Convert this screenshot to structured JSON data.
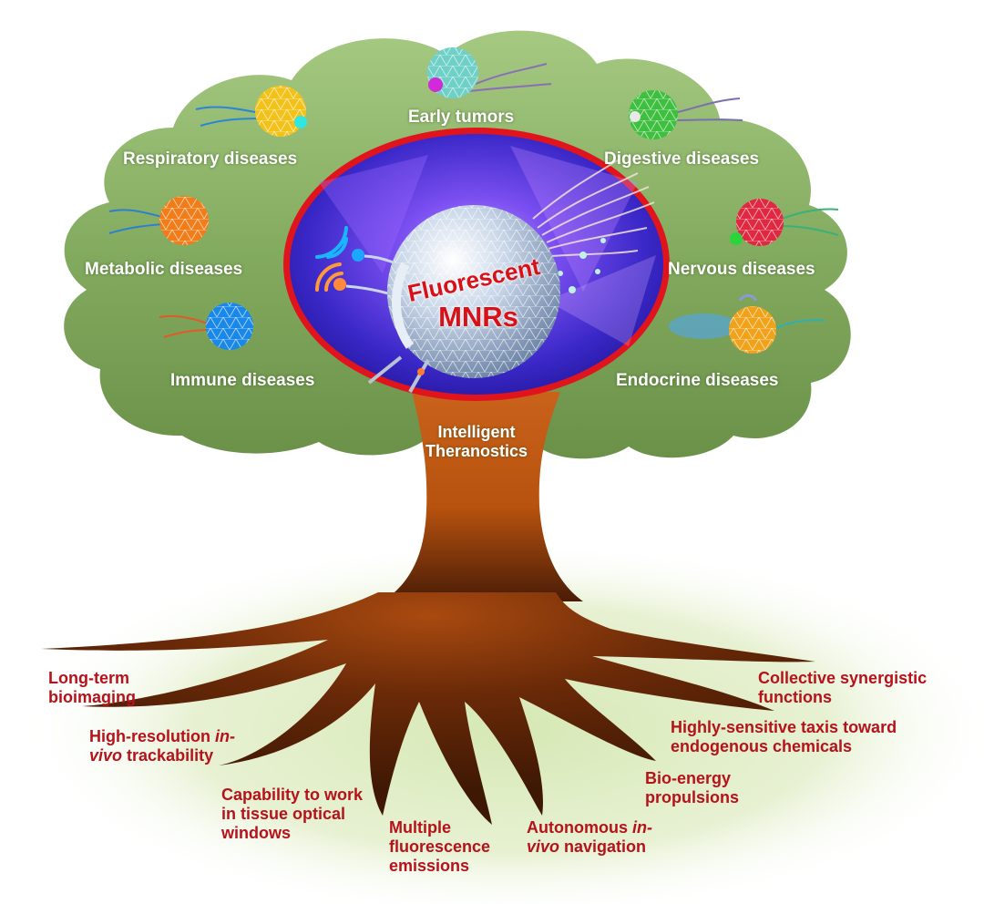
{
  "center": {
    "title_line1": "Fluorescent",
    "title_line2": "MNRs"
  },
  "trunk_label": {
    "line1": "Intelligent",
    "line2": "Theranostics"
  },
  "diseases": [
    "Early tumors",
    "Respiratory diseases",
    "Digestive diseases",
    "Metabolic diseases",
    "Nervous diseases",
    "Immune diseases",
    "Endocrine diseases"
  ],
  "features": {
    "long_term": {
      "line1": "Long-term",
      "line2": "bioimaging"
    },
    "high_res": {
      "line1a": "High-resolution ",
      "line1b": "in-",
      "line2a": "vivo",
      "line2b": " trackability"
    },
    "capability": {
      "line1": "Capability to work",
      "line2": "in tissue optical",
      "line3": "windows"
    },
    "multiple": {
      "line1": "Multiple",
      "line2": "fluorescence",
      "line3": "emissions"
    },
    "autonomous": {
      "line1a": "Autonomous ",
      "line1b": "in-",
      "line2a": "vivo",
      "line2b": " navigation"
    },
    "bio_energy": {
      "line1": "Bio-energy",
      "line2": "propulsions"
    },
    "taxis": {
      "line1": "Highly-sensitive taxis toward",
      "line2": "endogenous chemicals"
    },
    "collective": {
      "line1": "Collective synergistic",
      "line2": "functions"
    }
  },
  "colors": {
    "canopy": "#8fb86a",
    "trunk": "#c55d17",
    "root_dark": "#4a1c06",
    "ellipse_rim": "#e0141c",
    "ellipse_core": "#5a2fd8",
    "label_red": "#b5121b",
    "ground_glow": "#d6e8b4"
  },
  "icons": {
    "robot": "nanorobot-sphere-icon",
    "signal": "wireless-signal-icon"
  }
}
